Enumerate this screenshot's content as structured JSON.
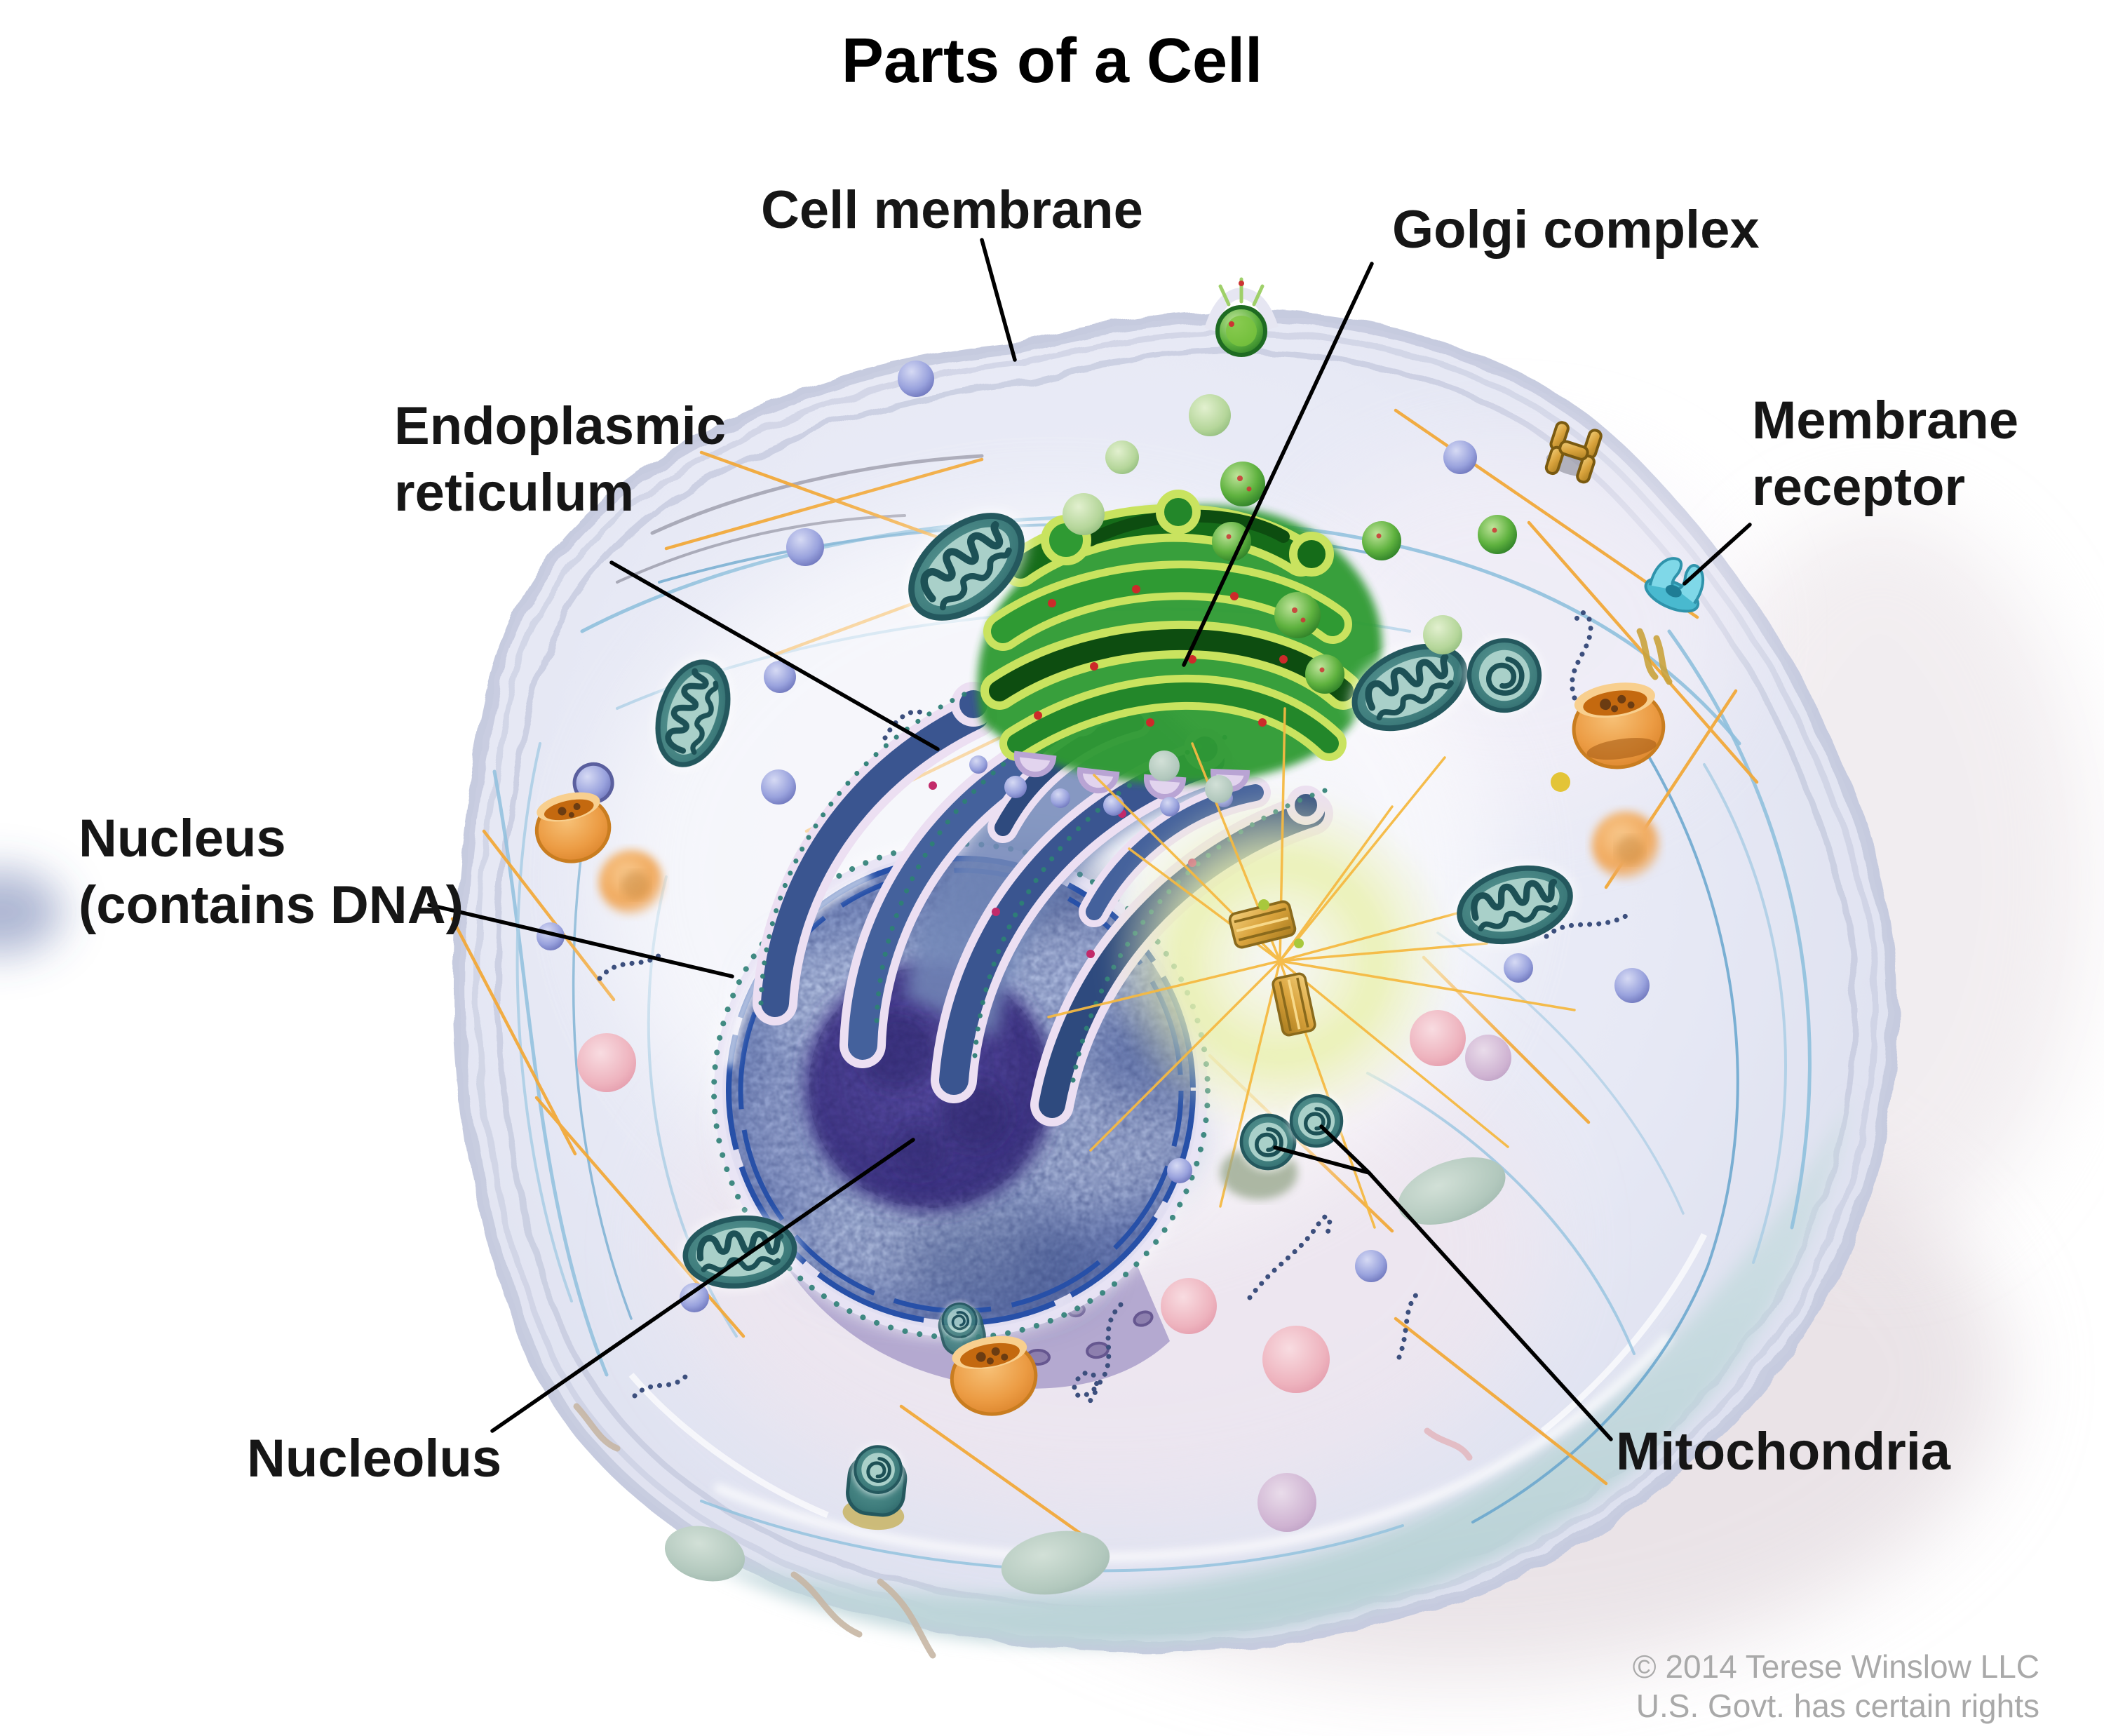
{
  "title": "Parts of a Cell",
  "labels": {
    "cell_membrane": {
      "text": "Cell membrane"
    },
    "golgi_complex": {
      "text": "Golgi complex"
    },
    "membrane_receptor": {
      "line1": "Membrane",
      "line2": "receptor"
    },
    "endoplasmic_reticulum": {
      "line1": "Endoplasmic",
      "line2": "reticulum"
    },
    "nucleus": {
      "line1": "Nucleus",
      "line2": "(contains DNA)"
    },
    "nucleolus": {
      "text": "Nucleolus"
    },
    "mitochondria": {
      "text": "Mitochondria"
    }
  },
  "credit": {
    "line1": "© 2014 Terese Winslow LLC",
    "line2": "U.S. Govt. has certain rights"
  },
  "colors": {
    "background": "#ffffff",
    "label_text": "#161616",
    "leader_line": "#000000",
    "credit_text": "#a9a9a9",
    "cell_fill": "#e7e9f5",
    "cell_rim": "#cdd2e6",
    "nucleus": "#7486bb",
    "nucleolus": "#453b8c",
    "endoplasmic_reticulum": "#3a5590",
    "er_membrane_edge": "#ecdff2",
    "golgi_green": "#2f9a33",
    "golgi_rim": "#c9e35f",
    "mitochondrion_teal": "#34706f",
    "lysosome_orange": "#e8963e",
    "centrosome_gold": "#d9a33c",
    "microtubule_orange": "#f2a93a",
    "cytoskeleton_blue": "#85b5d8",
    "vesicle_green": "#49a233",
    "receptor_cyan": "#5bc8d8"
  }
}
